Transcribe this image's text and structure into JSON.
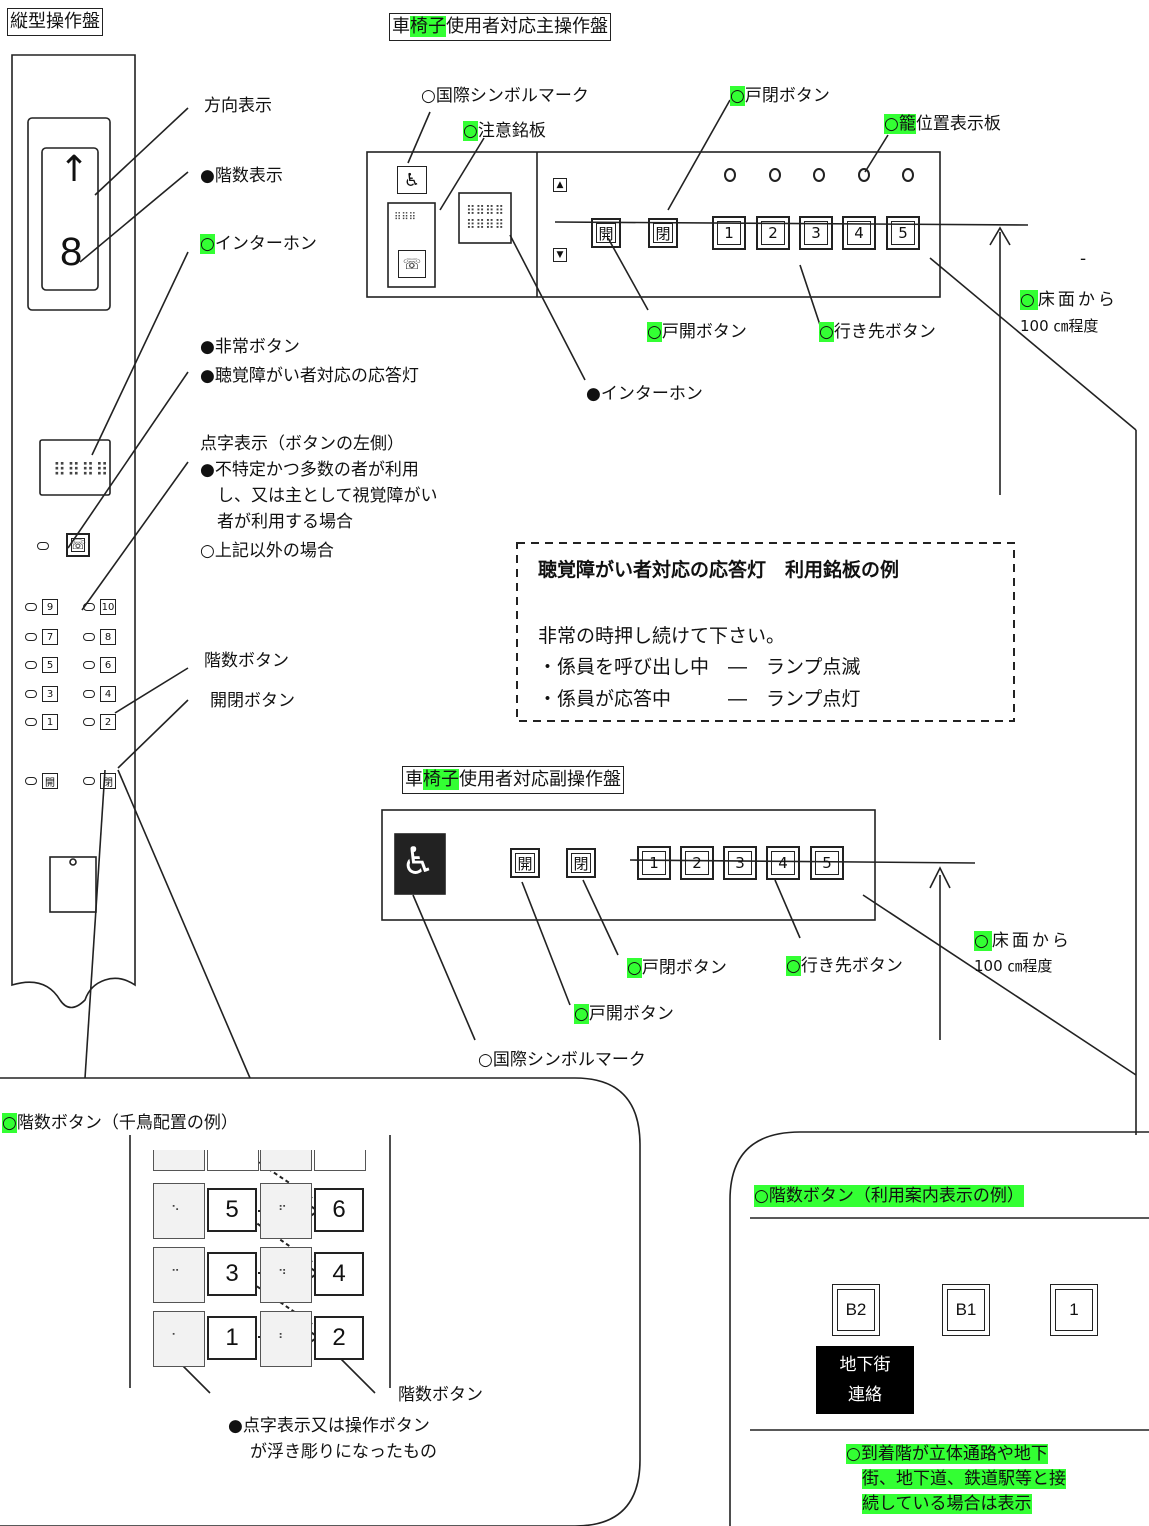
{
  "vertical_panel": {
    "title": "縦型操作盤",
    "direction_label": "方向表示",
    "floor_display_label": "●階数表示",
    "interphone_label": "インターホン",
    "arrow": "↑",
    "floor_number": "8",
    "emergency_label": "●非常ボタン",
    "response_lamp_label": "●聴覚障がい者対応の応答灯",
    "braille_heading": "点字表示（ボタンの左側）",
    "braille_line1": "●不特定かつ多数の者が利用",
    "braille_line2": "し、又は主として視覚障がい",
    "braille_line3": "者が利用する場合",
    "braille_line4": "○上記以外の場合",
    "floor_button_label": "階数ボタン",
    "open_close_label": "開閉ボタン",
    "floor_buttons": [
      "9",
      "10",
      "7",
      "8",
      "5",
      "6",
      "3",
      "4",
      "1",
      "2"
    ],
    "open_glyph": "開",
    "close_glyph": "閉"
  },
  "main_panel": {
    "title_pre": "車",
    "title_hl": "椅子",
    "title_post": "使用者対応主操作盤",
    "symbol_label": "○国際シンボルマーク",
    "caution_plate_label": "注意銘板",
    "door_close_label": "戸閉ボタン",
    "car_position_label": "位置表示板",
    "car_position_hl": "籠",
    "door_open_label": "戸開ボタン",
    "destination_label": "行き先ボタン",
    "interphone_label": "●インターホン",
    "floor_height_label": "床面から",
    "floor_height_value": "100 ㎝程度",
    "dash_mark": "-",
    "buttons": [
      "1",
      "2",
      "3",
      "4",
      "5"
    ],
    "open_glyph": "開",
    "close_glyph": "閉"
  },
  "notice": {
    "title": "聴覚障がい者対応の応答灯　利用銘板の例",
    "line1": "非常の時押し続けて下さい。",
    "line2": "・係員を呼び出し中　―　ランプ点滅",
    "line3": "・係員が応答中　　　―　ランプ点灯"
  },
  "sub_panel": {
    "title_pre": "車",
    "title_hl": "椅子",
    "title_post": "使用者対応副操作盤",
    "door_close_label": "戸閉ボタン",
    "destination_label": "行き先ボタン",
    "door_open_label": "戸開ボタン",
    "symbol_label": "○国際シンボルマーク",
    "floor_height_label": "床面から",
    "floor_height_value": "100 ㎝程度",
    "buttons": [
      "1",
      "2",
      "3",
      "4",
      "5"
    ],
    "open_glyph": "開",
    "close_glyph": "閉"
  },
  "staggered_example": {
    "title": "階数ボタン（千鳥配置の例）",
    "buttons": [
      "5",
      "6",
      "3",
      "4",
      "1",
      "2"
    ],
    "floor_button_label": "階数ボタン",
    "braille_note_line1": "●点字表示又は操作ボタン",
    "braille_note_line2": "が浮き彫りになったもの"
  },
  "guide_example": {
    "title": "○階数ボタン（利用案内表示の例）",
    "buttons": [
      "B2",
      "B1",
      "1"
    ],
    "tag_line1": "地下街",
    "tag_line2": "連絡",
    "note_line1": "○到着階が立体通路や地下",
    "note_line2": "街、地下道、鉄道駅等と接",
    "note_line3": "続している場合は表示"
  },
  "colors": {
    "highlight": "#33ff33",
    "ink": "#222222"
  }
}
